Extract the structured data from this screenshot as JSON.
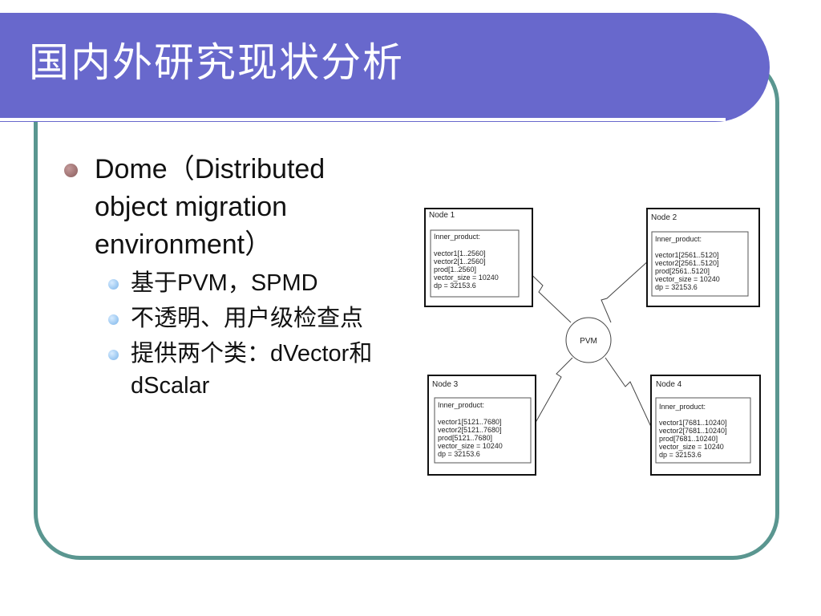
{
  "slide": {
    "title": "国内外研究现状分析"
  },
  "bullets": [
    {
      "text": "Dome（Distributed object migration environment）",
      "sub": [
        {
          "text": "基于PVM，SPMD"
        },
        {
          "text": "不透明、用户级检查点"
        },
        {
          "text": "提供两个类：dVector和dScalar"
        }
      ]
    }
  ],
  "diagram": {
    "hub_label": "PVM",
    "nodes": [
      {
        "title": "Node 1",
        "inner_title": "Inner_product:",
        "lines": [
          "vector1[1..2560]",
          "vector2[1..2560]",
          "prod[1..2560]",
          "vector_size = 10240",
          "dp = 32153.6"
        ]
      },
      {
        "title": "Node 2",
        "inner_title": "Inner_product:",
        "lines": [
          "vector1[2561..5120]",
          "vector2[2561..5120]",
          "prod[2561..5120]",
          "vector_size = 10240",
          "dp = 32153.6"
        ]
      },
      {
        "title": "Node 3",
        "inner_title": "Inner_product:",
        "lines": [
          "vector1[5121..7680]",
          "vector2[5121..7680]",
          "prod[5121..7680]",
          "vector_size = 10240",
          "dp = 32153.6"
        ]
      },
      {
        "title": "Node 4",
        "inner_title": "Inner_product:",
        "lines": [
          "vector1[7681..10240]",
          "vector2[7681..10240]",
          "prod[7681..10240]",
          "vector_size = 10240",
          "dp = 32153.6"
        ]
      }
    ]
  }
}
